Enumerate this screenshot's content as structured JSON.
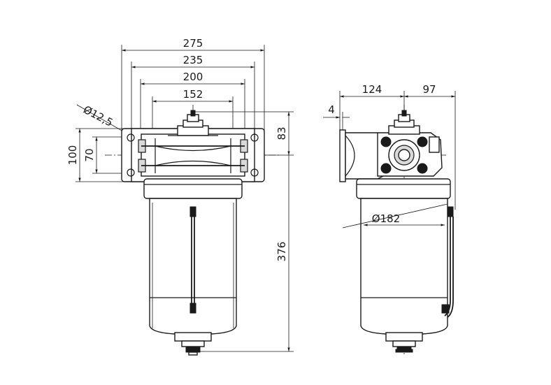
{
  "dimensions": {
    "front_width_275": "275",
    "front_width_235": "235",
    "front_width_200": "200",
    "front_width_152": "152",
    "hole_diameter": "Ø12,5",
    "bracket_height_100": "100",
    "bracket_hole_spacing_70": "70",
    "head_height_83": "83",
    "total_height_376": "376",
    "side_depth_124": "124",
    "side_depth_97": "97",
    "flange_thickness_4": "4",
    "bowl_diameter": "Ø182"
  },
  "colors": {
    "line": "#1a1a1a",
    "background": "#ffffff",
    "shade": "#d9d9d9"
  }
}
